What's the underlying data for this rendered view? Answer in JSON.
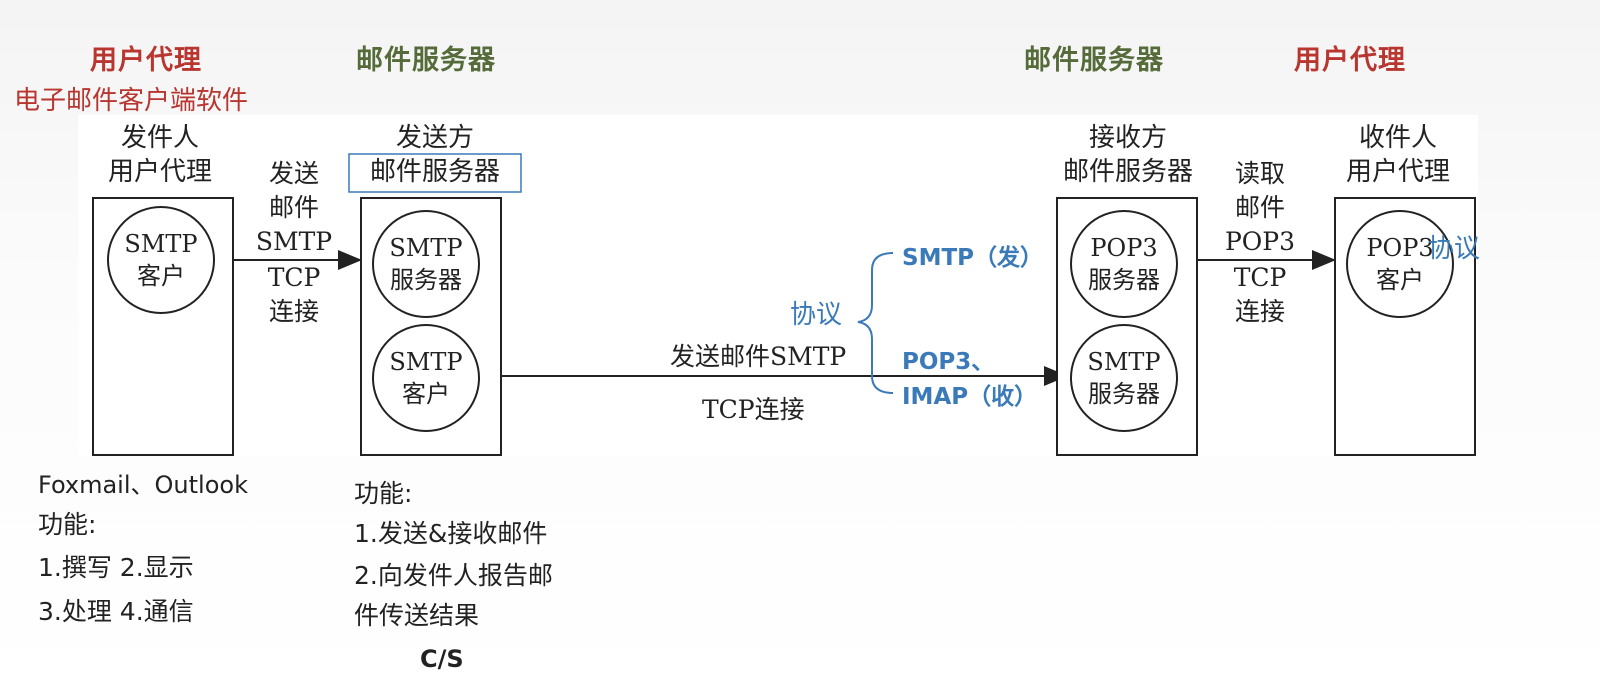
{
  "headers": {
    "ua_left": "用户代理",
    "ua_left_sub": "电子邮件客户端软件",
    "ms_left": "邮件服务器",
    "ms_right": "邮件服务器",
    "ua_right": "用户代理"
  },
  "nodes": {
    "sender_ua": {
      "cap1": "发件人",
      "cap2": "用户代理",
      "circle1": "SMTP",
      "circle2": "客户"
    },
    "sender_ms": {
      "cap1": "发送方",
      "cap2": "邮件服务器",
      "circle_a1": "SMTP",
      "circle_a2": "服务器",
      "circle_b1": "SMTP",
      "circle_b2": "客户"
    },
    "receiver_ms": {
      "cap1": "接收方",
      "cap2": "邮件服务器",
      "circle_a1": "POP3",
      "circle_a2": "服务器",
      "circle_b1": "SMTP",
      "circle_b2": "服务器"
    },
    "receiver_ua": {
      "cap1": "收件人",
      "cap2": "用户代理",
      "circle1": "POP3",
      "circle2": "客户"
    }
  },
  "links": {
    "l1": [
      "发送",
      "邮件",
      "SMTP",
      "TCP",
      "连接"
    ],
    "mid_top": "发送邮件SMTP",
    "mid_bottom": "TCP连接",
    "r1": [
      "读取",
      "邮件",
      "POP3",
      "TCP",
      "连接"
    ]
  },
  "annotations": {
    "protocol_label": "协议",
    "smtp_send": "SMTP（发）",
    "pop3": "POP3、",
    "imap": "IMAP（收）",
    "protocol_right": "协议"
  },
  "notes": {
    "clients": "Foxmail、Outlook",
    "func_title_left": "功能:",
    "func_left_1": "1.撰写   2.显示",
    "func_left_2": "3.处理   4.通信",
    "func_title_mid": "功能:",
    "func_mid_1": "1.发送&接收邮件",
    "func_mid_2": "2.向发件人报告邮",
    "func_mid_3": "件传送结果",
    "cs": "C/S"
  },
  "colors": {
    "red": "#b8362f",
    "green": "#556b3a",
    "blue": "#3a7ab8"
  }
}
